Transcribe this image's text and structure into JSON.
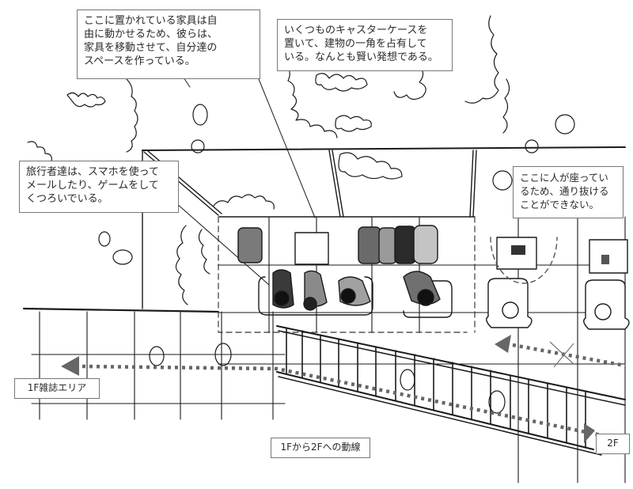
{
  "title": "建物の一角の利用状況スケッチ",
  "annotations": {
    "furniture": "ここに置かれている家具は自\n由に動かせるため、彼らは、\n家具を移動させて、自分達の\nスペースを作っている。",
    "suitcases": "いくつものキャスターケースを\n置いて、建物の一角を占有して\nいる。なんとも賢い発想である。",
    "travelers": "旅行者達は、スマホを使って\nメールしたり、ゲームをして\nくつろいでいる。",
    "blocked": "ここに人が座ってい\nるため、通り抜ける\nことができない。"
  },
  "labels": {
    "magazine_area": "1F雑誌エリア",
    "flow": "1Fから2Fへの動線",
    "second_floor": "2F"
  },
  "colors": {
    "line": "#1a1a1a",
    "arrow": "#666666",
    "suitcase_dark": "#2b2b2b",
    "suitcase_mid": "#6e6e6e",
    "suitcase_light": "#b5b5b5"
  }
}
